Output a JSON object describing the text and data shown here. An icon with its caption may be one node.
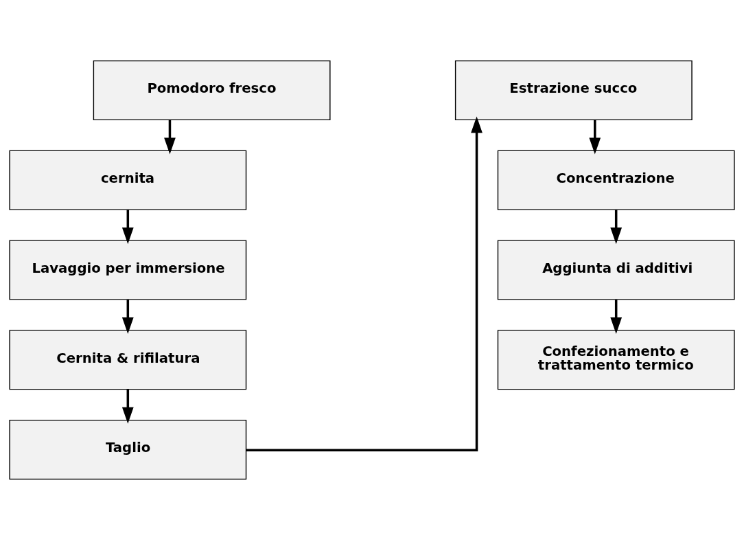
{
  "diagram": {
    "nodes": [
      {
        "text": [
          "Pomodoro fresco"
        ]
      },
      {
        "text": [
          "cernita"
        ]
      },
      {
        "text": [
          "Lavaggio per immersione"
        ]
      },
      {
        "text": [
          "Cernita & rifilatura"
        ]
      },
      {
        "text": [
          "Taglio"
        ]
      },
      {
        "text": [
          "Estrazione succo"
        ]
      },
      {
        "text": [
          "Concentrazione"
        ]
      },
      {
        "text": [
          "Aggiunta di additivi"
        ]
      },
      {
        "text": [
          "Confezionamento e trattamento termico"
        ]
      }
    ],
    "edges": [
      {
        "from": 0,
        "to": 1,
        "arrow": "to"
      },
      {
        "from": 1,
        "to": 2,
        "arrow": "to"
      },
      {
        "from": 2,
        "to": 3,
        "arrow": "to"
      },
      {
        "from": 3,
        "to": 4,
        "arrow": "to"
      },
      {
        "from": 4,
        "to": 5,
        "arrow": "to"
      },
      {
        "from": 5,
        "to": 6,
        "arrow": "to"
      },
      {
        "from": 6,
        "to": 7,
        "arrow": "to"
      },
      {
        "from": 7,
        "to": 8,
        "arrow": "to"
      }
    ]
  }
}
